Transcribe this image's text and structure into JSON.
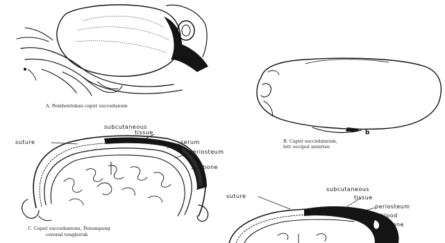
{
  "panels": {
    "a": {
      "caption": "A. Pembentukan caput succedanum"
    },
    "b": {
      "caption_line1": "B. Caput succedaneum,",
      "caption_line2": "letr occiput anterior.",
      "marker": "b"
    },
    "c": {
      "caption_line1": "C. Caput succedaneum, Penampang",
      "caption_line2": "coronal tengkorak",
      "labels": {
        "subcutaneous": "subcutaneous",
        "tissue": "tissue",
        "serum": "serum",
        "periosteum": "periosteum",
        "bone": "bone",
        "suture": "suture"
      }
    },
    "d": {
      "labels": {
        "suture": "suture",
        "subcutaneous": "subcutaneous",
        "tissue": "tissue",
        "periosteum": "periosteum",
        "blood": "blood",
        "bone": "bone"
      }
    }
  },
  "colors": {
    "ink": "#111111",
    "fill_dark": "#141414",
    "paper": "#ffffff"
  }
}
